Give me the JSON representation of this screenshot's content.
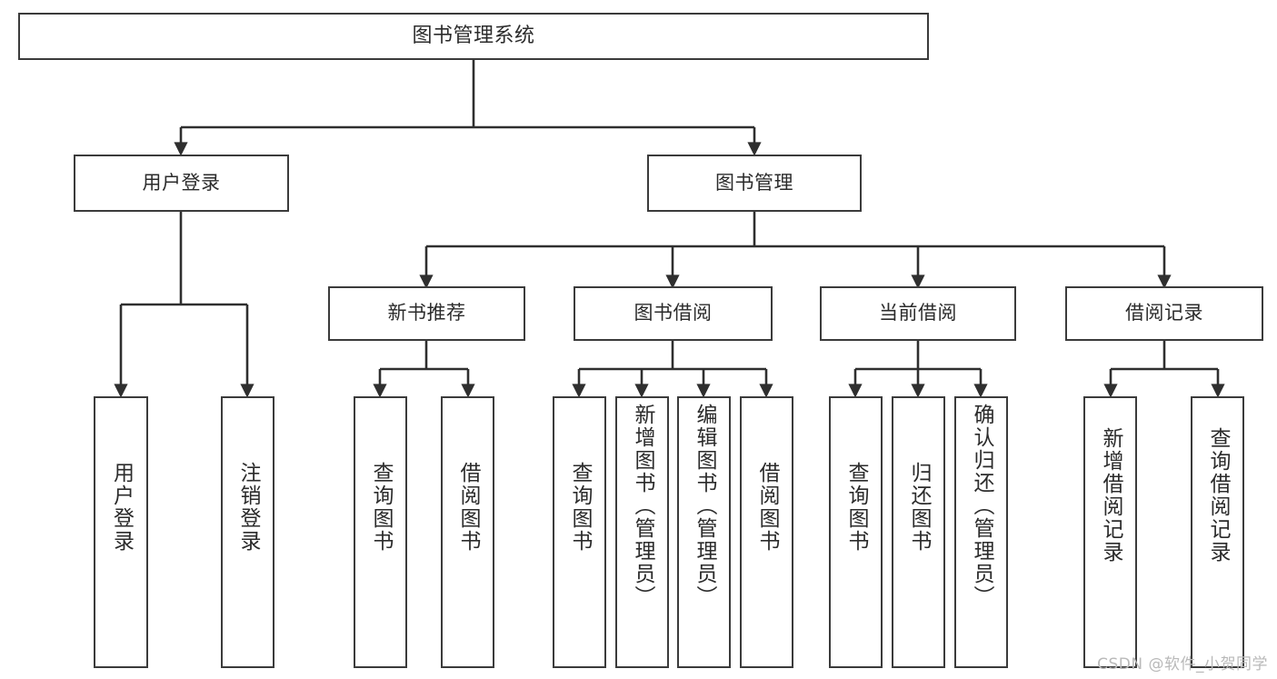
{
  "diagram": {
    "title": "图书管理系统",
    "type": "tree-hierarchy-chart",
    "watermark": "CSDN @软件_小贺同学",
    "colors": {
      "box_border": "#3b3b3b",
      "box_fill": "#ffffff",
      "edge": "#2f2f2f",
      "text": "#2b2b2b",
      "watermark": "#b9b9b9",
      "background": "#ffffff"
    },
    "root": {
      "id": "root",
      "label": "图书管理系统"
    },
    "level2": [
      {
        "id": "user-login",
        "label": "用户登录"
      },
      {
        "id": "book-management",
        "label": "图书管理"
      }
    ],
    "level3": [
      {
        "id": "new-book-recommend",
        "label": "新书推荐",
        "parent": "book-management"
      },
      {
        "id": "book-borrow",
        "label": "图书借阅",
        "parent": "book-management"
      },
      {
        "id": "current-borrow",
        "label": "当前借阅",
        "parent": "book-management"
      },
      {
        "id": "borrow-record",
        "label": "借阅记录",
        "parent": "book-management"
      }
    ],
    "leaves": [
      {
        "id": "leaf-user-login",
        "label": "用户登录",
        "parent": "user-login"
      },
      {
        "id": "leaf-logout-login",
        "label": "注销登录",
        "parent": "user-login"
      },
      {
        "id": "leaf-query-book-1",
        "label": "查询图书",
        "parent": "new-book-recommend"
      },
      {
        "id": "leaf-borrow-book-1",
        "label": "借阅图书",
        "parent": "new-book-recommend"
      },
      {
        "id": "leaf-query-book-2",
        "label": "查询图书",
        "parent": "book-borrow"
      },
      {
        "id": "leaf-add-book",
        "label": "新增图书（管理员）",
        "parent": "book-borrow"
      },
      {
        "id": "leaf-edit-book",
        "label": "编辑图书（管理员）",
        "parent": "book-borrow"
      },
      {
        "id": "leaf-borrow-book-2",
        "label": "借阅图书",
        "parent": "book-borrow"
      },
      {
        "id": "leaf-query-book-3",
        "label": "查询图书",
        "parent": "current-borrow"
      },
      {
        "id": "leaf-return-book",
        "label": "归还图书",
        "parent": "current-borrow"
      },
      {
        "id": "leaf-confirm-return",
        "label": "确认归还（管理员）",
        "parent": "current-borrow"
      },
      {
        "id": "leaf-add-record",
        "label": "新增借阅记录",
        "parent": "borrow-record"
      },
      {
        "id": "leaf-query-record",
        "label": "查询借阅记录",
        "parent": "borrow-record"
      }
    ]
  }
}
